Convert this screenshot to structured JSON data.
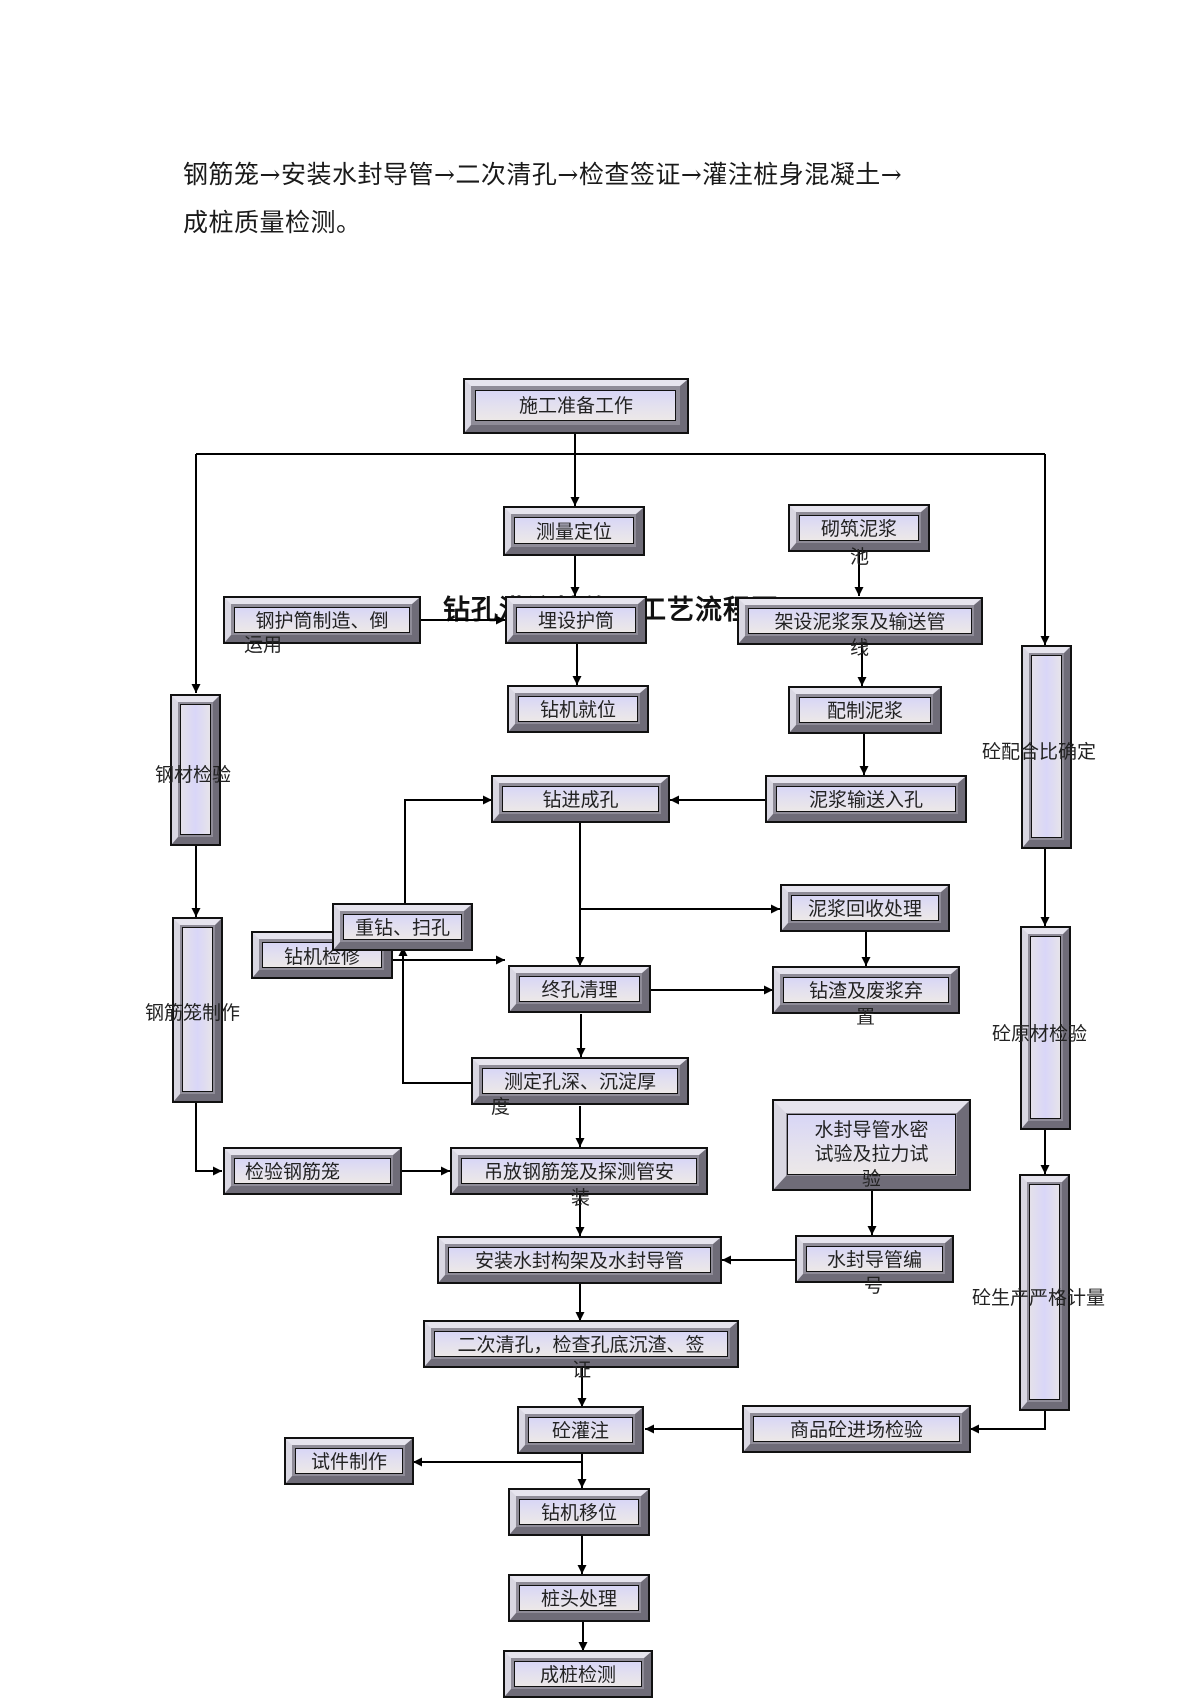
{
  "document": {
    "paragraph_line1": "钢筋笼→安装水封导管→二次清孔→检查签证→灌注桩身混凝土→",
    "paragraph_line2": "成桩质量检测。",
    "diagram_title": "钻孔灌注桩施工工艺流程图"
  },
  "nodes": {
    "prep": "施工准备工作",
    "survey": "测量定位",
    "slurry_pool": "砌筑泥浆",
    "slurry_pool_tail": "池",
    "casing_make": "钢护筒制造、倒",
    "casing_make_tail": "运用",
    "bury_casing": "埋设护筒",
    "pump_setup": "架设泥浆泵及输送管",
    "pump_setup_tail": "线",
    "rig_position": "钻机就位",
    "mix_slurry": "配制泥浆",
    "steel_inspect": "钢材检验",
    "mix_ratio": "砼配合比确定",
    "drill": "钻进成孔",
    "slurry_feed": "泥浆输送入孔",
    "slurry_recycle": "泥浆回收处理",
    "redrill": "重钻、扫孔",
    "rig_repair": "钻机检修",
    "hole_clean": "终孔清理",
    "waste_disposal": "钻渣及废浆弃",
    "waste_disposal_tail": "置",
    "cage_make": "钢筋笼制作",
    "raw_material": "砼原材检验",
    "measure_depth": "测定孔深、沉淀厚",
    "measure_depth_tail": "度",
    "tremie_test_line1": "水封导管水密",
    "tremie_test_line2": "试验及拉力试",
    "tremie_test_tail": "验",
    "cage_inspect": "检验钢筋笼",
    "cage_lower": "吊放钢筋笼及探测管安",
    "cage_lower_tail": "装",
    "tremie_install": "安装水封构架及水封导管",
    "tremie_number": "水封导管编",
    "tremie_number_tail": "号",
    "production_metering": "砼生产严格计量",
    "second_clean": "二次清孔，检查孔底沉渣、签",
    "second_clean_tail": "证",
    "pour": "砼灌注",
    "concrete_inspect": "商品砼进场检验",
    "specimen": "试件制作",
    "rig_move": "钻机移位",
    "pile_head": "桩头处理",
    "pile_test": "成桩检测"
  }
}
